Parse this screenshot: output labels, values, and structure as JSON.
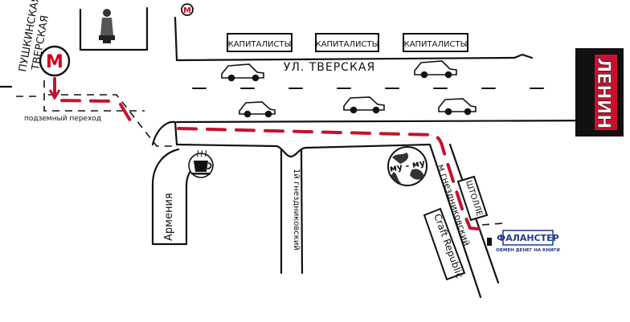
{
  "metro_station": {
    "name_line1": "ПУШКИНСКАЯ",
    "name_line2": "ТВЕРСКАЯ",
    "letter": "M"
  },
  "metro_top": {
    "letter": "M"
  },
  "shops": [
    "КАПИТАЛИСТЫ",
    "КАПИТАЛИСТЫ",
    "КАПИТАЛИСТЫ"
  ],
  "main_street": "УЛ. ТВЕРСКАЯ",
  "underpass": "подземный переход",
  "cafe_armenia": "Армения",
  "gnezd_street_1": "1й гнездниковский",
  "mumu": "му - му",
  "gnezd_street_2": "м гнездниковский",
  "craft": "Craft Republic",
  "shtolle": "ШТОЛЛЕ",
  "lenin": "ЛЕНИН",
  "falanster": {
    "title": "ФАЛАНСТЕР",
    "subtitle": "ОБМЕН ДЕНЕГ НА КНИГИ"
  },
  "colors": {
    "route": "#c8102e",
    "metro": "#d0021b",
    "falanster_brand": "#1e3a8a",
    "lenin_sign": "#c8102e"
  }
}
